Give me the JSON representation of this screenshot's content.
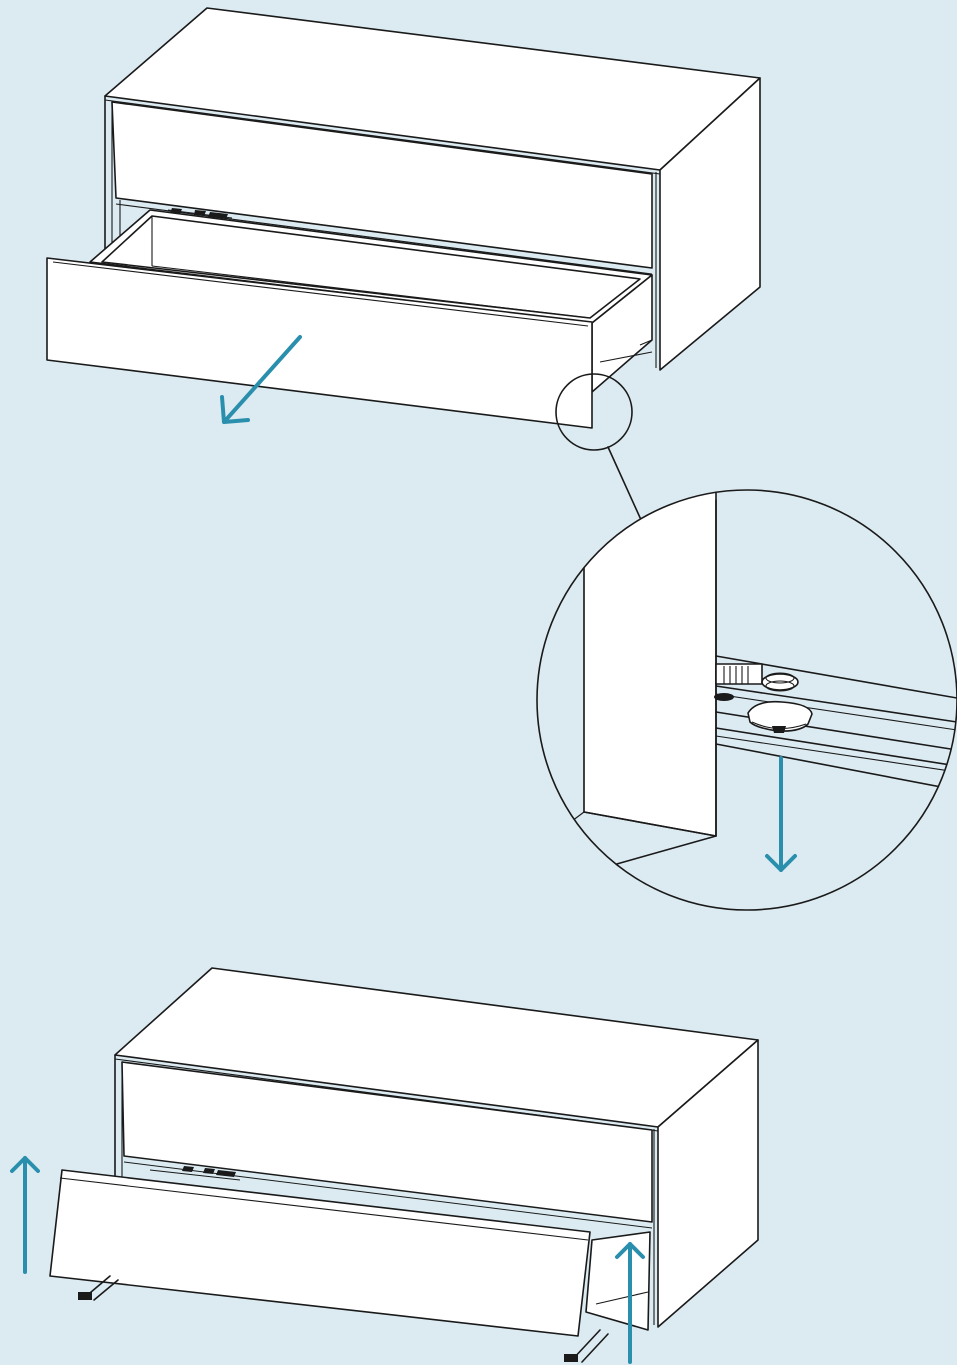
{
  "colors": {
    "background": "#dcebf2",
    "line": "#1a1a1a",
    "arrow": "#2a8fad",
    "panel": "#ffffff"
  },
  "steps": [
    {
      "action": "pull-drawer-out",
      "icon": "arrow-down-left-icon"
    },
    {
      "action": "press-release-lever-down",
      "icon": "arrow-down-icon"
    },
    {
      "action": "lift-drawer-up-and-out",
      "icon": "arrow-up-icon"
    }
  ]
}
